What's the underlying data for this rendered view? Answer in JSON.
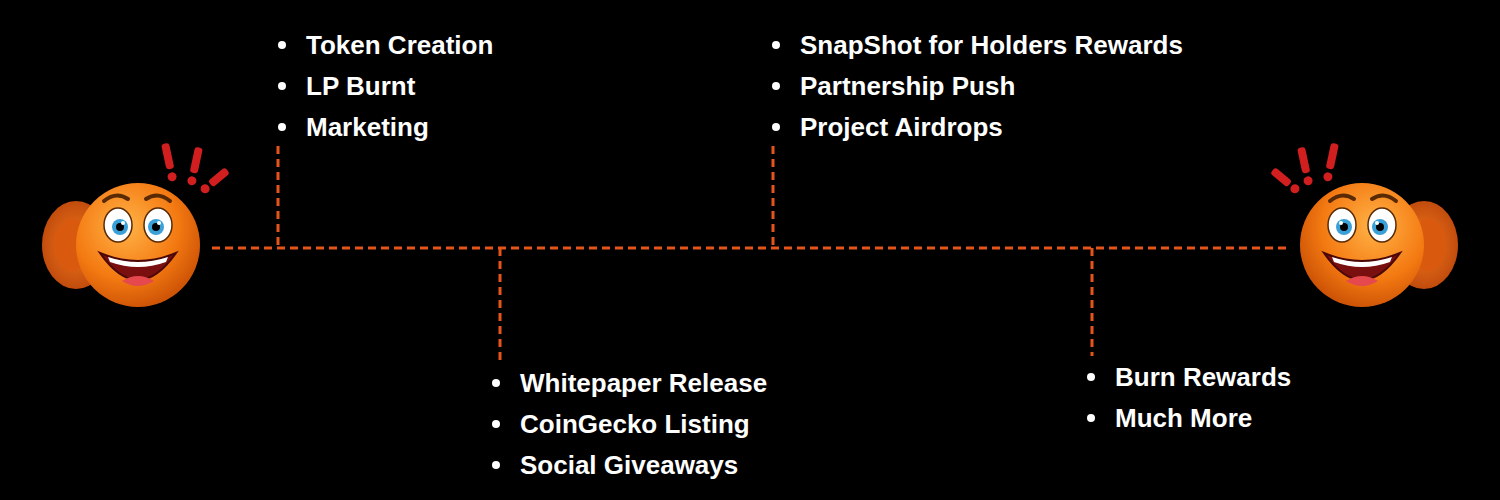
{
  "diagram": {
    "labels": [
      "Token Creation",
      "LP Burnt",
      "Marketing",
      "Whitepaper Release",
      "CoinGecko Listing",
      "Social Giveaways",
      "SnapShot for Holders Rewards",
      "Partnership Push",
      "Project Airdrops",
      "Burn Rewards",
      "Much More"
    ]
  }
}
